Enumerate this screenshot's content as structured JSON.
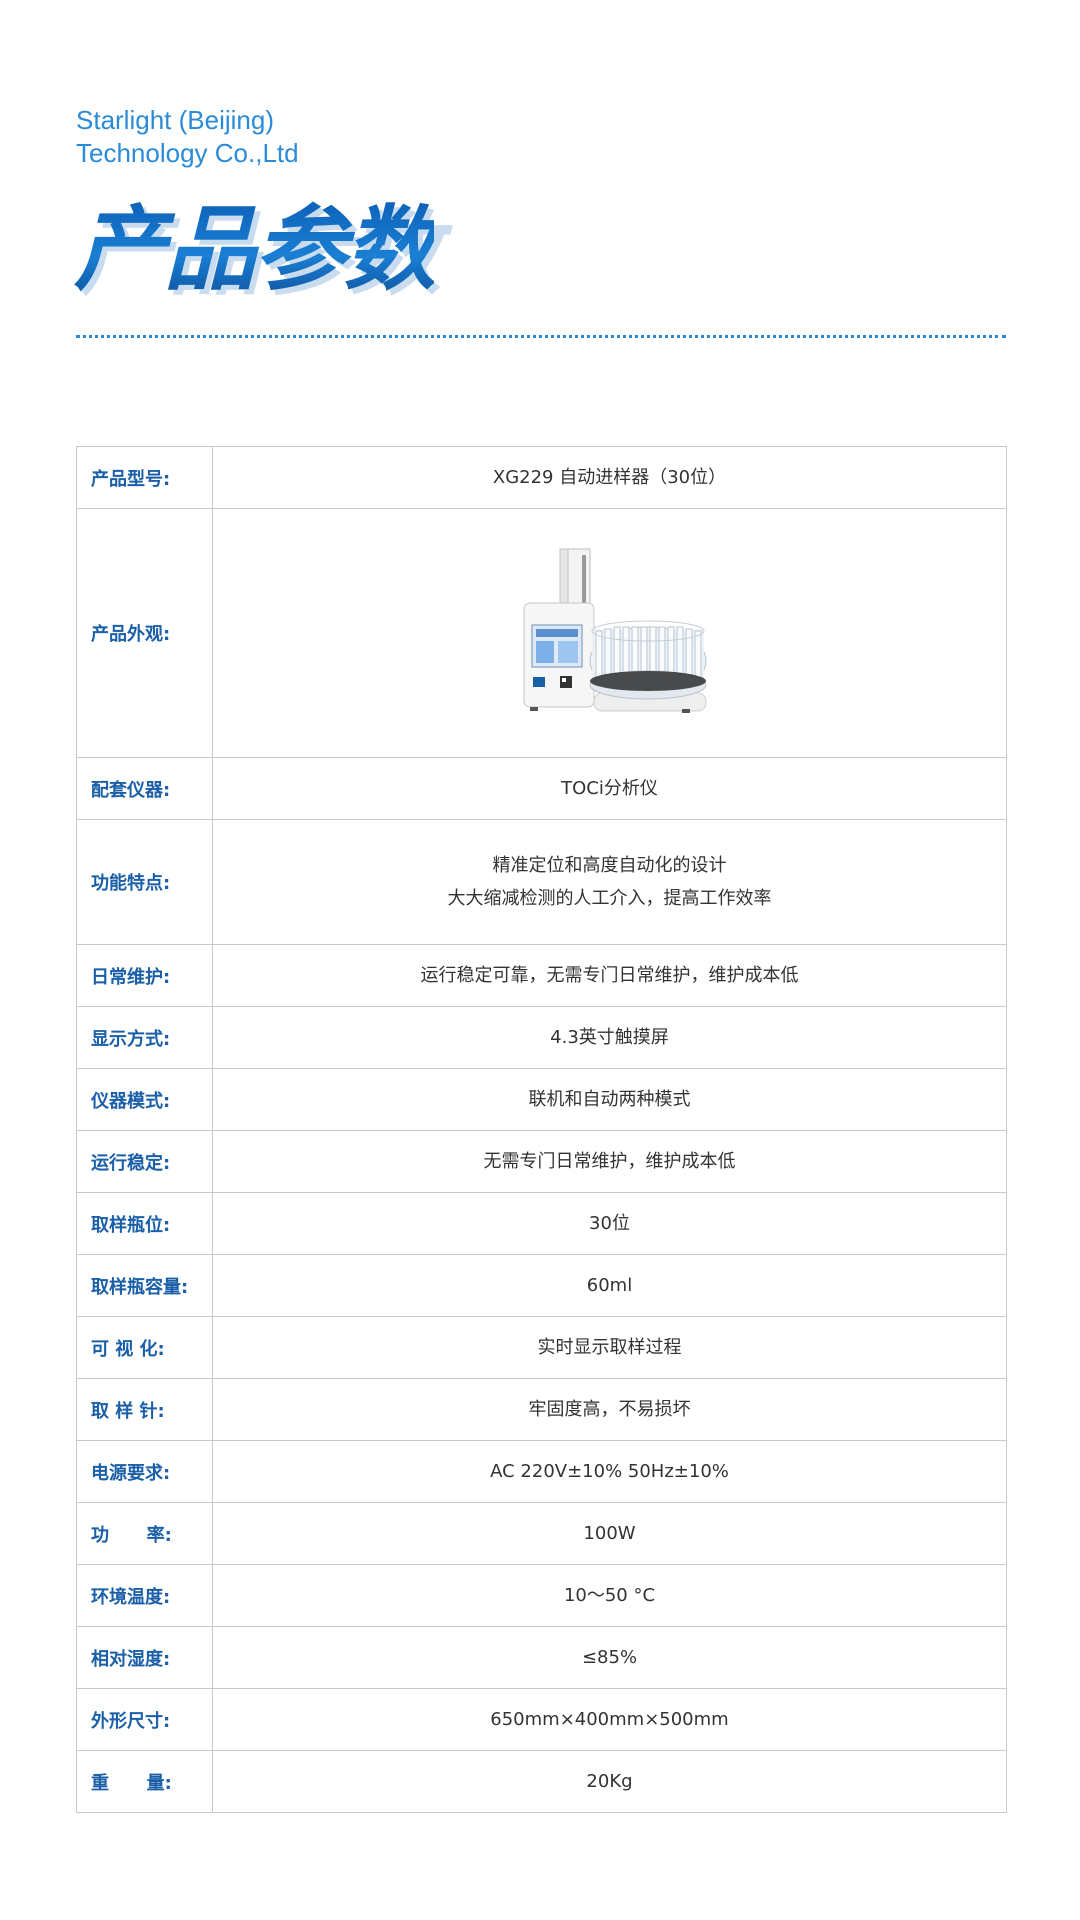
{
  "header": {
    "company_line1": "Starlight (Beijing)",
    "company_line2": "Technology Co.,Ltd",
    "title": "产品参数"
  },
  "colors": {
    "accent": "#2a8bd8",
    "title_blue": "#1c6fc1",
    "label_blue": "#1a5fa8",
    "border": "#c9c9c9"
  },
  "table": {
    "rows": [
      {
        "label": "产品型号:",
        "value": "XG229 自动进样器（30位）"
      },
      {
        "label": "产品外观:",
        "value": ""
      },
      {
        "label": "配套仪器:",
        "value": "TOCi分析仪"
      },
      {
        "label": "功能特点:",
        "value": "精准定位和高度自动化的设计",
        "value2": "大大缩减检测的人工介入，提高工作效率"
      },
      {
        "label": "日常维护:",
        "value": "运行稳定可靠，无需专门日常维护，维护成本低"
      },
      {
        "label": "显示方式:",
        "value": "4.3英寸触摸屏"
      },
      {
        "label": "仪器模式:",
        "value": "联机和自动两种模式"
      },
      {
        "label": "运行稳定:",
        "value": "无需专门日常维护，维护成本低"
      },
      {
        "label": "取样瓶位:",
        "value": "30位"
      },
      {
        "label": "取样瓶容量:",
        "value": "60ml"
      },
      {
        "label": "可 视 化:",
        "value": "实时显示取样过程"
      },
      {
        "label": "取 样 针:",
        "value": "牢固度高，不易损坏"
      },
      {
        "label": "电源要求:",
        "value": "AC 220V±10%   50Hz±10%"
      },
      {
        "label": "功      率:",
        "value": "100W"
      },
      {
        "label": "环境温度:",
        "value": "10～50 °C"
      },
      {
        "label": "相对湿度:",
        "value": "≤85%"
      },
      {
        "label": "外形尺寸:",
        "value": "650mm×400mm×500mm"
      },
      {
        "label": "重      量:",
        "value": "20Kg"
      }
    ]
  }
}
